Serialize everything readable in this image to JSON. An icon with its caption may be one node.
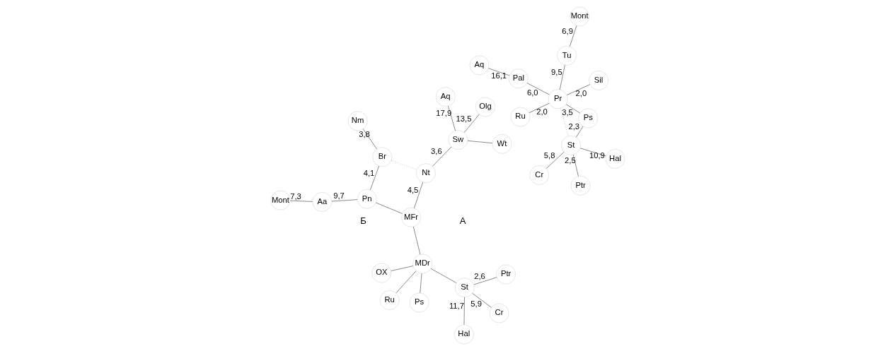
{
  "diagram": {
    "nodes": [
      {
        "text": [
          "Mont"
        ]
      },
      {
        "text": [
          "Tu"
        ]
      },
      {
        "text": [
          "Pal"
        ]
      },
      {
        "text": [
          "Aq"
        ]
      },
      {
        "text": [
          "Sil"
        ]
      },
      {
        "text": [
          "Pr"
        ]
      },
      {
        "text": [
          "Ru"
        ]
      },
      {
        "text": [
          "Ps"
        ]
      },
      {
        "text": [
          "St"
        ]
      },
      {
        "text": [
          "Hal"
        ]
      },
      {
        "text": [
          "Ptr"
        ]
      },
      {
        "text": [
          "Cr"
        ]
      },
      {
        "text": [
          "Mont"
        ]
      },
      {
        "text": [
          "Aa"
        ]
      },
      {
        "text": [
          "Br"
        ]
      },
      {
        "text": [
          "Nm"
        ]
      },
      {
        "text": [
          "Pn"
        ]
      },
      {
        "text": [
          "OX"
        ]
      },
      {
        "text": [
          "MFr"
        ]
      },
      {
        "text": [
          "Nt"
        ]
      },
      {
        "text": [
          "MDr"
        ]
      },
      {
        "text": [
          "Ps"
        ]
      },
      {
        "text": [
          "Ru"
        ]
      },
      {
        "text": [
          "St"
        ]
      },
      {
        "text": [
          "Sw"
        ]
      },
      {
        "text": [
          "Wt"
        ]
      },
      {
        "text": [
          "Ptr"
        ]
      },
      {
        "text": [
          "Cr"
        ]
      },
      {
        "text": [
          "Hal"
        ]
      },
      {
        "text": [
          "Olg"
        ]
      },
      {
        "text": [
          "Aq"
        ]
      }
    ],
    "edges": [
      {
        "from": 0,
        "to": 1,
        "arrow": "none",
        "label": "6,9"
      },
      {
        "from": 1,
        "to": 5,
        "arrow": "none",
        "label": "9,5"
      },
      {
        "from": 2,
        "to": 3,
        "arrow": "none",
        "label": "16,1"
      },
      {
        "from": 5,
        "to": 2,
        "arrow": "none",
        "label": "6,0"
      },
      {
        "from": 4,
        "to": 5,
        "arrow": "none",
        "label": "2,0"
      },
      {
        "from": 5,
        "to": 6,
        "arrow": "none",
        "label": "2,0"
      },
      {
        "from": 5,
        "to": 7,
        "arrow": "none",
        "label": "3,5"
      },
      {
        "from": 5,
        "to": 8,
        "arrow": "none",
        "style": "dashed"
      },
      {
        "from": 7,
        "to": 8,
        "arrow": "none",
        "label": "2,3"
      },
      {
        "from": 8,
        "to": 9,
        "arrow": "none",
        "label": "10,9"
      },
      {
        "from": 8,
        "to": 10,
        "arrow": "none",
        "label": "2,5"
      },
      {
        "from": 8,
        "to": 11,
        "arrow": "none",
        "label": "5,8"
      },
      {
        "from": 12,
        "to": 13,
        "arrow": "none",
        "label": "7,3"
      },
      {
        "from": 13,
        "to": 16,
        "arrow": "none",
        "label": "9,7"
      },
      {
        "from": 16,
        "to": 14,
        "arrow": "none",
        "label": "4,1"
      },
      {
        "from": 14,
        "to": 15,
        "arrow": "none",
        "label": "3,8"
      },
      {
        "from": 14,
        "to": 19,
        "arrow": "none",
        "style": "dashed"
      },
      {
        "from": 16,
        "to": 18,
        "arrow": "none"
      },
      {
        "from": 17,
        "to": 20,
        "arrow": "none"
      },
      {
        "from": 20,
        "to": 18,
        "arrow": "none"
      },
      {
        "from": 21,
        "to": 20,
        "arrow": "none"
      },
      {
        "from": 20,
        "to": 22,
        "arrow": "none"
      },
      {
        "from": 20,
        "to": 23,
        "arrow": "none"
      },
      {
        "from": 18,
        "to": 19,
        "arrow": "none",
        "label": "4,5"
      },
      {
        "from": 19,
        "to": 24,
        "arrow": "none",
        "label": "3,6"
      },
      {
        "from": 24,
        "to": 25,
        "arrow": "none"
      },
      {
        "from": 26,
        "to": 23,
        "arrow": "none",
        "label": "2,6"
      },
      {
        "from": 23,
        "to": 27,
        "arrow": "none",
        "label": "5,9"
      },
      {
        "from": 23,
        "to": 28,
        "arrow": "none",
        "label": "11,7"
      },
      {
        "from": 24,
        "to": 29,
        "arrow": "none",
        "label": "13,5"
      },
      {
        "from": 24,
        "to": 30,
        "arrow": "none",
        "label": "17,9"
      }
    ],
    "labels": [
      "А",
      "Б"
    ]
  }
}
